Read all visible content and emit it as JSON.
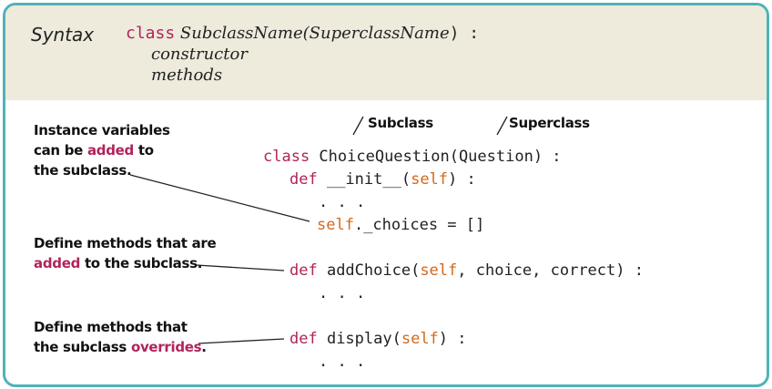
{
  "header": {
    "label": "Syntax",
    "line1": {
      "keyword": "class",
      "subclass": "SubclassName",
      "open_paren": "(",
      "superclass": "SuperclassName",
      "close": ") :"
    },
    "line2": "constructor",
    "line3": "methods"
  },
  "annotations": {
    "subclass": "Subclass",
    "superclass": "Superclass",
    "instance_vars": {
      "l1": "Instance variables",
      "l2a": "can be ",
      "l2b": "added",
      "l2c": " to",
      "l3": "the subclass."
    },
    "define_added": {
      "l1": "Define methods that are",
      "l2a": "added",
      "l2b": " to the subclass."
    },
    "define_overrides": {
      "l1": "Define methods that",
      "l2a": "the subclass ",
      "l2b": "overrides",
      "l2c": "."
    }
  },
  "code": {
    "line1": {
      "kw": "class",
      "rest": " ChoiceQuestion(Question) :"
    },
    "line2": {
      "kw": "def",
      "a": " __init__(",
      "self": "self",
      "b": ") :"
    },
    "line3": ". . .",
    "line4": {
      "self": "self",
      "rest": "._choices = []"
    },
    "line5": {
      "kw": "def",
      "a": " addChoice(",
      "self": "self",
      "b": ", choice, correct) :"
    },
    "line6": ". . .",
    "line7": {
      "kw": "def",
      "a": " display(",
      "self": "self",
      "b": ") :"
    },
    "line8": ". . ."
  },
  "colors": {
    "border": "#4fb3b8",
    "header_bg": "#eeebdd",
    "keyword": "#b0245a",
    "self": "#d2691e"
  }
}
